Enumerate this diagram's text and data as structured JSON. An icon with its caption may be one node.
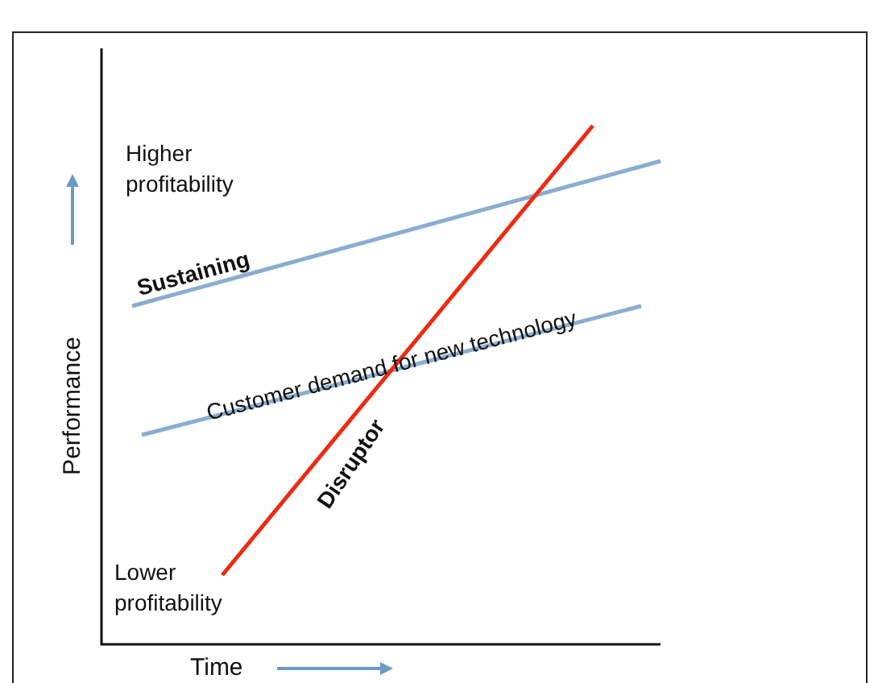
{
  "diagram": {
    "labels": [
      "Higher profitability",
      "Sustaining",
      "Customer demand for new technology",
      "Disruptor",
      "Lower profitability",
      "Performance",
      "Time"
    ]
  }
}
